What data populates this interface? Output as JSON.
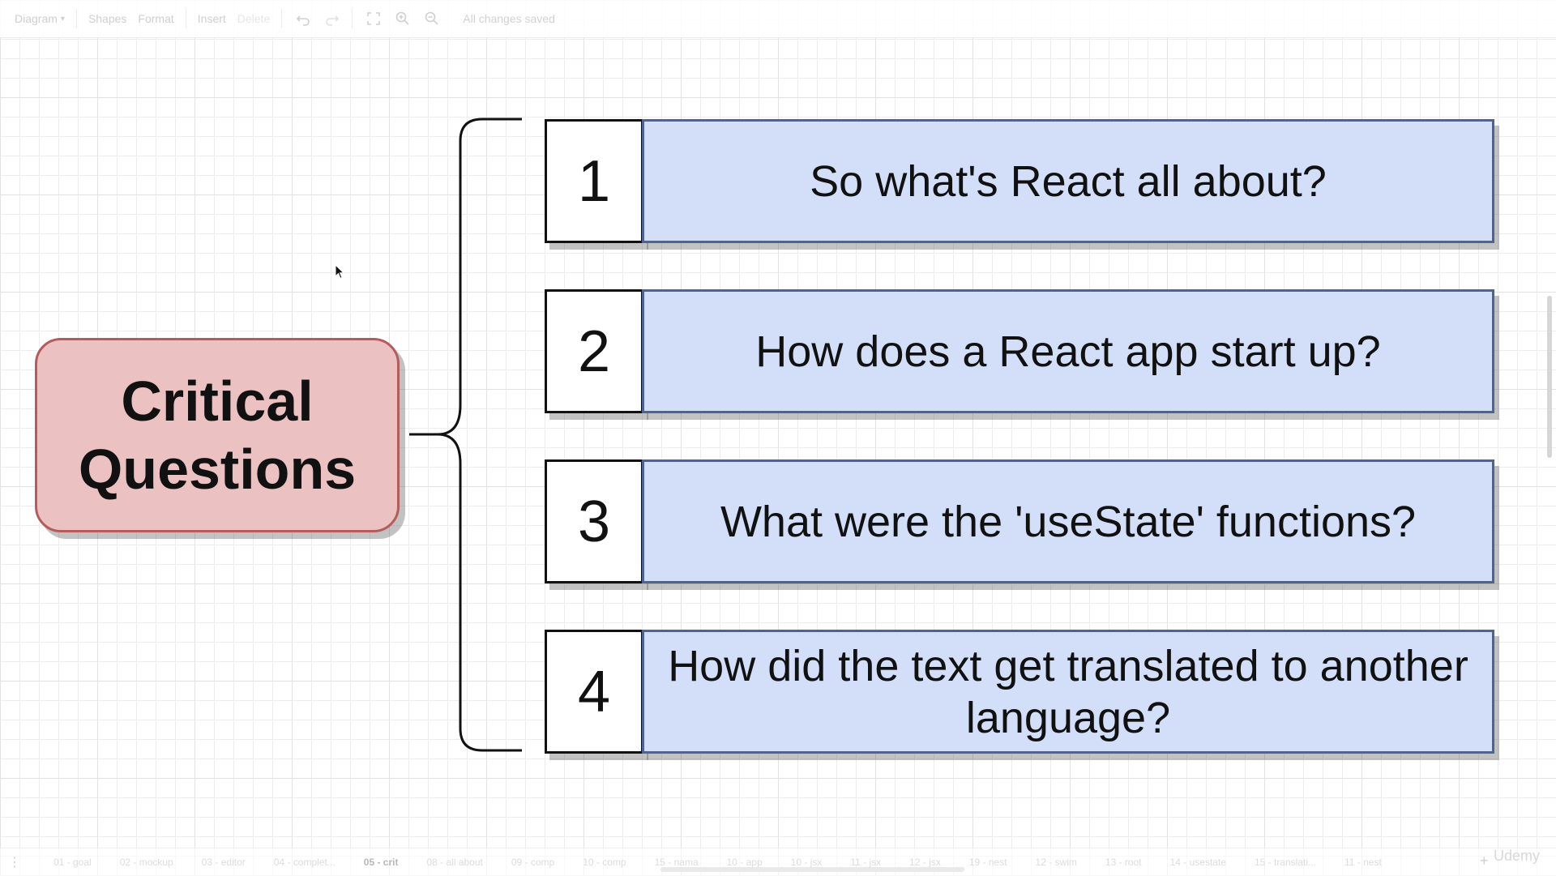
{
  "toolbar": {
    "diagram_menu": "Diagram",
    "shapes": "Shapes",
    "format": "Format",
    "insert": "Insert",
    "delete": "Delete",
    "status": "All changes saved",
    "icons": [
      "undo-icon",
      "redo-icon",
      "fullscreen-icon",
      "zoom-in-icon",
      "zoom-out-icon"
    ]
  },
  "diagram": {
    "title": "Critical\nQuestions",
    "title_color": "#ecc1c1",
    "question_color": "#d3dff8",
    "questions": [
      {
        "number": "1",
        "text": "So what's React all about?"
      },
      {
        "number": "2",
        "text": "How does a React app start up?"
      },
      {
        "number": "3",
        "text": "What were the 'useState' functions?"
      },
      {
        "number": "4",
        "text": "How did the text get translated to another language?"
      }
    ]
  },
  "pages": {
    "tabs": [
      {
        "label": "01 - goal"
      },
      {
        "label": "02 - mockup"
      },
      {
        "label": "03 - editor"
      },
      {
        "label": "04 - complet..."
      },
      {
        "label": "05 - crit",
        "active": true
      },
      {
        "label": "08 - all about"
      },
      {
        "label": "09 - comp"
      },
      {
        "label": "10 - comp"
      },
      {
        "label": "15 - nama"
      },
      {
        "label": "10 - app"
      },
      {
        "label": "10 - jsx"
      },
      {
        "label": "11 - jsx"
      },
      {
        "label": "12 - jsx"
      },
      {
        "label": "19 - nest"
      },
      {
        "label": "12 - swim"
      },
      {
        "label": "13 - root"
      },
      {
        "label": "14 - usestate"
      },
      {
        "label": "15 - translati..."
      },
      {
        "label": "11 - nest"
      }
    ],
    "add_label": "+",
    "watermark": "Udemy"
  }
}
